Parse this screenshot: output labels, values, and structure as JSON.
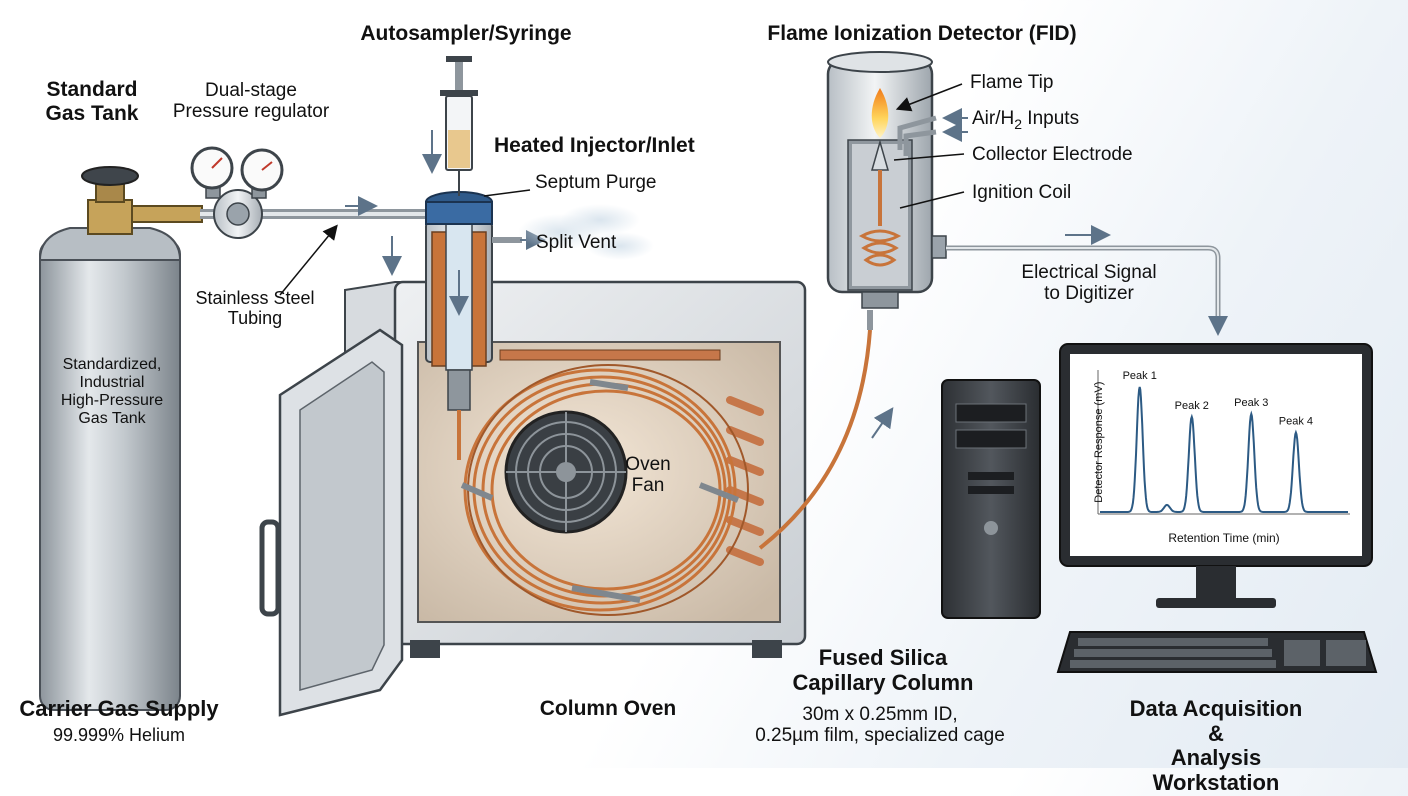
{
  "labels": {
    "standard_gas_tank": "Standard\nGas Tank",
    "tank_body": "Standardized,\nIndustrial\nHigh-Pressure\nGas Tank",
    "carrier_gas_supply": "Carrier Gas Supply",
    "helium_purity": "99.999% Helium",
    "regulator": "Dual-stage\nPressure regulator",
    "tubing": "Stainless Steel\nTubing",
    "autosampler": "Autosampler/Syringe",
    "injector": "Heated Injector/Inlet",
    "septum_purge": "Septum Purge",
    "split_vent": "Split Vent",
    "oven_fan": "Oven\nFan",
    "column_oven": "Column Oven",
    "column_title": "Fused Silica\nCapillary Column",
    "column_spec": "30m x 0.25mm ID,\n0.25µm film, specialized cage",
    "fid_title": "Flame Ionization Detector (FID)",
    "flame_tip": "Flame Tip",
    "air_h2_prefix": "Air/H",
    "air_h2_sub": "2",
    "air_h2_suffix": " Inputs",
    "collector": "Collector Electrode",
    "ignition_coil": "Ignition Coil",
    "signal": "Electrical Signal\nto Digitizer",
    "workstation": "Data Acquisition &\nAnalysis Workstation"
  },
  "chart_data": {
    "type": "line",
    "xlabel": "Retention Time (min)",
    "ylabel": "Detector Response (mV)",
    "peaks": [
      {
        "name": "Peak 1",
        "position": 0.16,
        "height": 0.88
      },
      {
        "name": "Peak 2",
        "position": 0.37,
        "height": 0.67
      },
      {
        "name": "Peak 3",
        "position": 0.61,
        "height": 0.69
      },
      {
        "name": "Peak 4",
        "position": 0.79,
        "height": 0.56
      }
    ],
    "minor_peak": {
      "position": 0.27,
      "height": 0.05
    }
  },
  "colors": {
    "copper": "#c8743a",
    "chart_line": "#2c5a84",
    "flame": "#f5a623",
    "steel": "#9aa3ab"
  }
}
